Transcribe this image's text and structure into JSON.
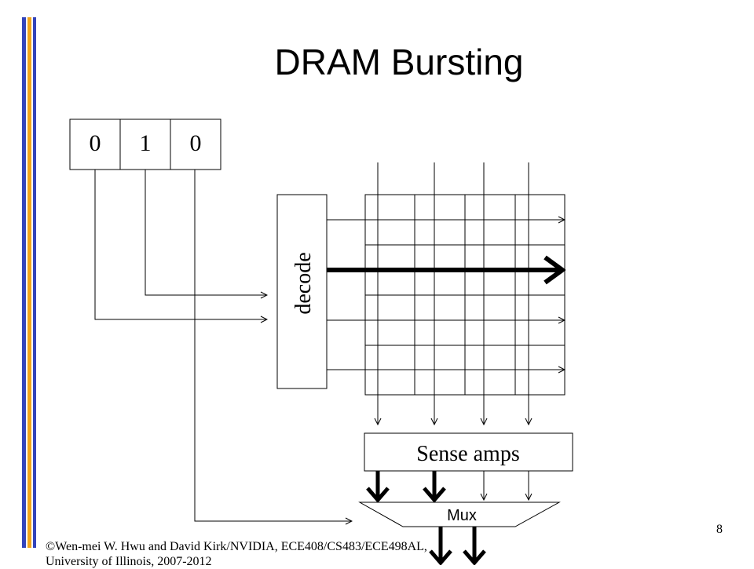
{
  "slide": {
    "title": "DRAM Bursting",
    "page_number": "8",
    "footer_line1": "©Wen-mei W. Hwu and David Kirk/NVIDIA, ECE408/CS483/ECE498AL,",
    "footer_line2": "University of Illinois, 2007-2012"
  },
  "diagram": {
    "address_bits": [
      "0",
      "1",
      "0"
    ],
    "decoder_label": "decode",
    "sense_amps_label": "Sense amps",
    "mux_label": "Mux"
  },
  "colors": {
    "bar_blue": "#3344bb",
    "bar_orange": "#f2a51a",
    "line": "#000000"
  }
}
